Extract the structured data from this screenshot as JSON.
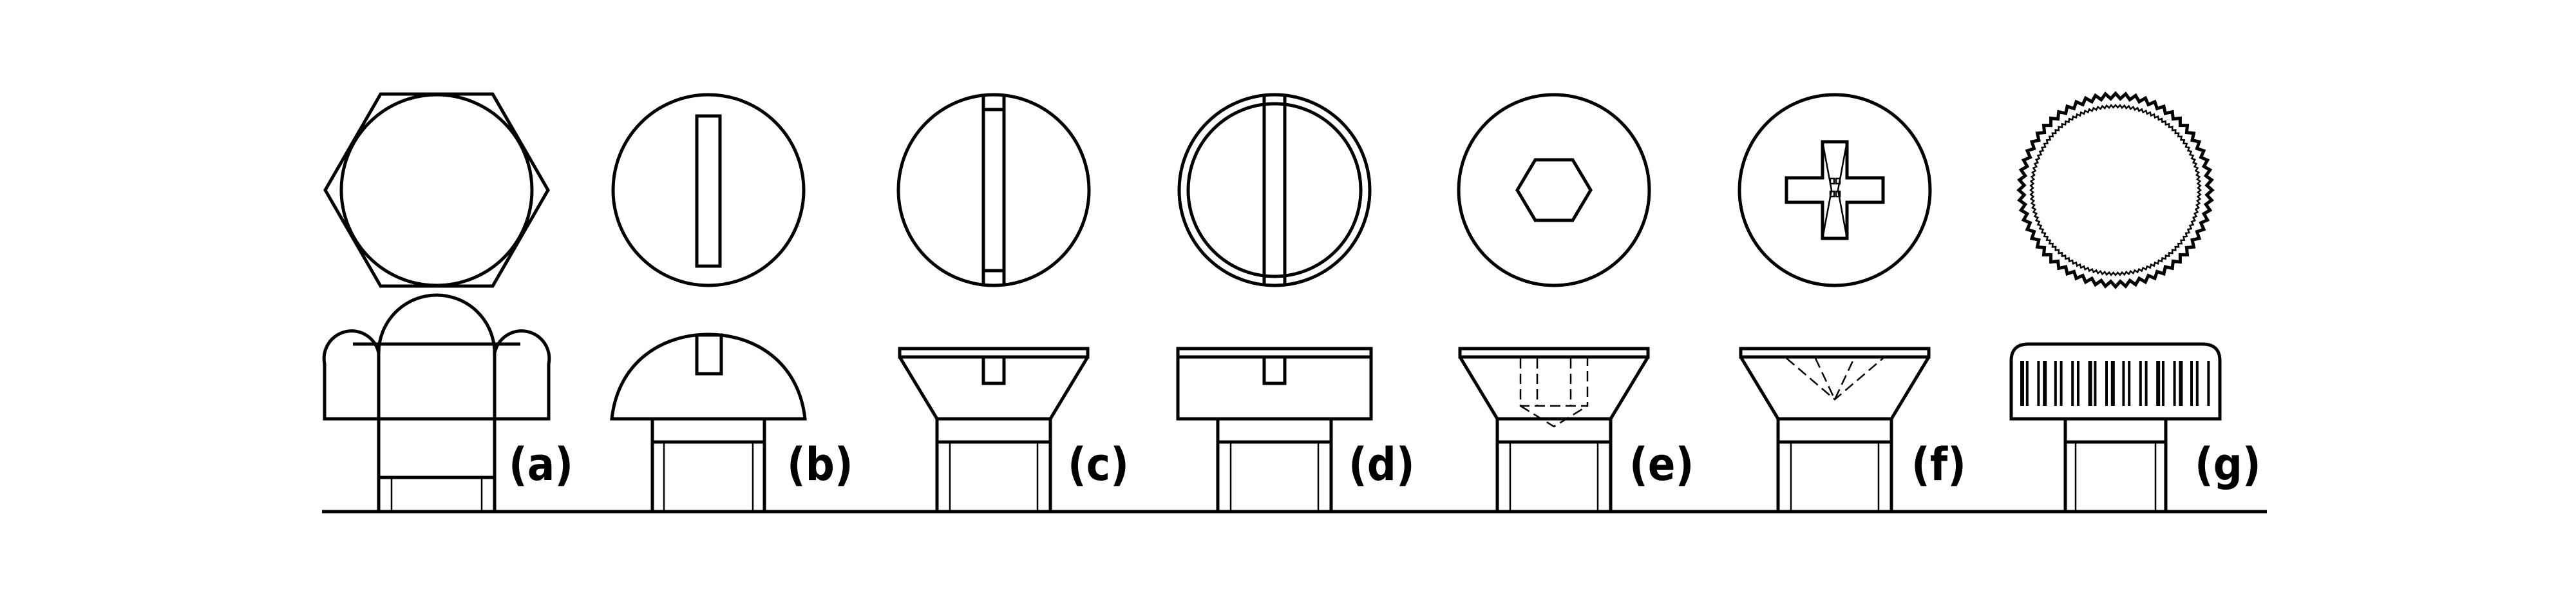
{
  "figure": {
    "labels": [
      "(a)",
      "(b)",
      "(c)",
      "(d)",
      "(e)",
      "(f)",
      "(g)"
    ],
    "head_types": [
      "hex-head",
      "round-slotted",
      "countersunk-slotted",
      "cheese-slotted",
      "countersunk-hex-socket",
      "countersunk-phillips",
      "knurled-thumb"
    ],
    "line_color": "#000000",
    "background": "#ffffff"
  }
}
